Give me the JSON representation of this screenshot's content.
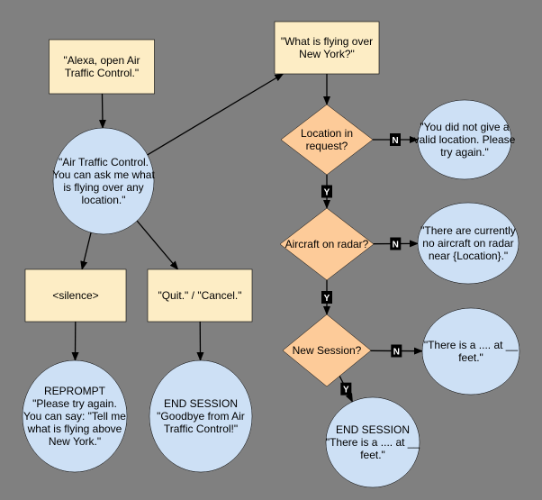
{
  "colors": {
    "background": "#808080",
    "rect_fill": "#fdedc5",
    "rect_stroke": "#000000",
    "diamond_fill": "#fdcb99",
    "ellipse_fill": "#cde0f5",
    "edge": "#000000",
    "edge_label_bg": "#000000",
    "edge_label_text": "#ffffff"
  },
  "nodes": {
    "open": {
      "shape": "rect",
      "lines": [
        "\"Alexa, open Air",
        "Traffic Control.\""
      ]
    },
    "welcome": {
      "shape": "ellipse",
      "lines": [
        "\"Air Traffic Control.",
        "You can ask me what",
        "is flying over any",
        "location.\""
      ]
    },
    "silence": {
      "shape": "rect",
      "lines": [
        "<silence>"
      ]
    },
    "quit": {
      "shape": "rect",
      "lines": [
        "\"Quit.\" / \"Cancel.\""
      ]
    },
    "reprompt": {
      "shape": "ellipse",
      "lines": [
        "REPROMPT",
        "\"Please try again.",
        "You can say: \"Tell me",
        "what is flying above",
        "New York.\""
      ]
    },
    "end1": {
      "shape": "ellipse",
      "lines": [
        "END SESSION",
        "\"Goodbye from Air",
        "Traffic Control!\""
      ]
    },
    "query": {
      "shape": "rect",
      "lines": [
        "\"What is flying over",
        "New York?\""
      ]
    },
    "location": {
      "shape": "diamond",
      "lines": [
        "Location in",
        "request?"
      ]
    },
    "invalid": {
      "shape": "ellipse",
      "lines": [
        "\"You did not give a",
        "valid location. Please",
        "try again.\""
      ]
    },
    "radar": {
      "shape": "diamond",
      "lines": [
        "Aircraft on radar?"
      ]
    },
    "noaircraft": {
      "shape": "ellipse",
      "lines": [
        "\"There are currently",
        "no aircraft on radar",
        "near {Location}.\""
      ]
    },
    "newsession": {
      "shape": "diamond",
      "lines": [
        "New Session?"
      ]
    },
    "answer": {
      "shape": "ellipse",
      "lines": [
        "\"There is a .... at __",
        "feet.\""
      ]
    },
    "end2": {
      "shape": "ellipse",
      "lines": [
        "END SESSION",
        "\"There is a .... at __",
        "feet.\""
      ]
    }
  },
  "edges": [
    {
      "from": "open",
      "to": "welcome",
      "label": ""
    },
    {
      "from": "welcome",
      "to": "query",
      "label": ""
    },
    {
      "from": "welcome",
      "to": "silence",
      "label": ""
    },
    {
      "from": "welcome",
      "to": "quit",
      "label": ""
    },
    {
      "from": "silence",
      "to": "reprompt",
      "label": ""
    },
    {
      "from": "quit",
      "to": "end1",
      "label": ""
    },
    {
      "from": "query",
      "to": "location",
      "label": ""
    },
    {
      "from": "location",
      "to": "invalid",
      "label": "N"
    },
    {
      "from": "location",
      "to": "radar",
      "label": "Y"
    },
    {
      "from": "radar",
      "to": "noaircraft",
      "label": "N"
    },
    {
      "from": "radar",
      "to": "newsession",
      "label": "Y"
    },
    {
      "from": "newsession",
      "to": "answer",
      "label": "N"
    },
    {
      "from": "newsession",
      "to": "end2",
      "label": "Y"
    }
  ]
}
